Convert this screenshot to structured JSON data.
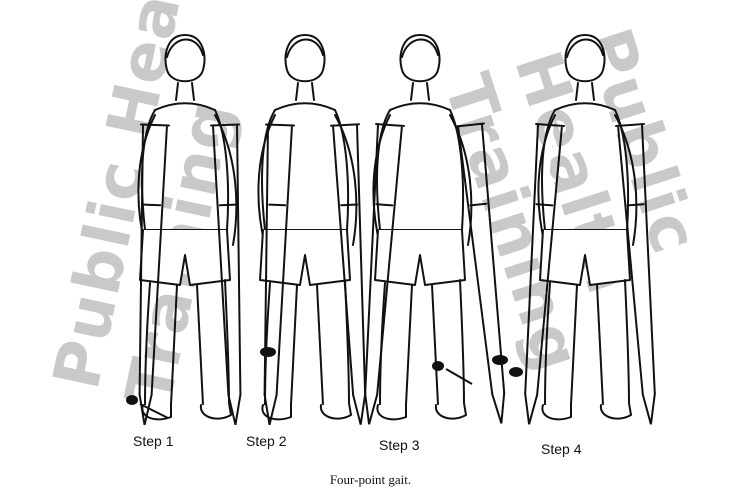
{
  "figure": {
    "steps": [
      {
        "label": "Step 1"
      },
      {
        "label": "Step 2"
      },
      {
        "label": "Step 3"
      },
      {
        "label": "Step 4"
      }
    ],
    "caption": "Four-point gait."
  },
  "watermark": {
    "text_left": "Public Health Training",
    "text_right": "Public Health Training",
    "color": "#c9c9c9"
  }
}
